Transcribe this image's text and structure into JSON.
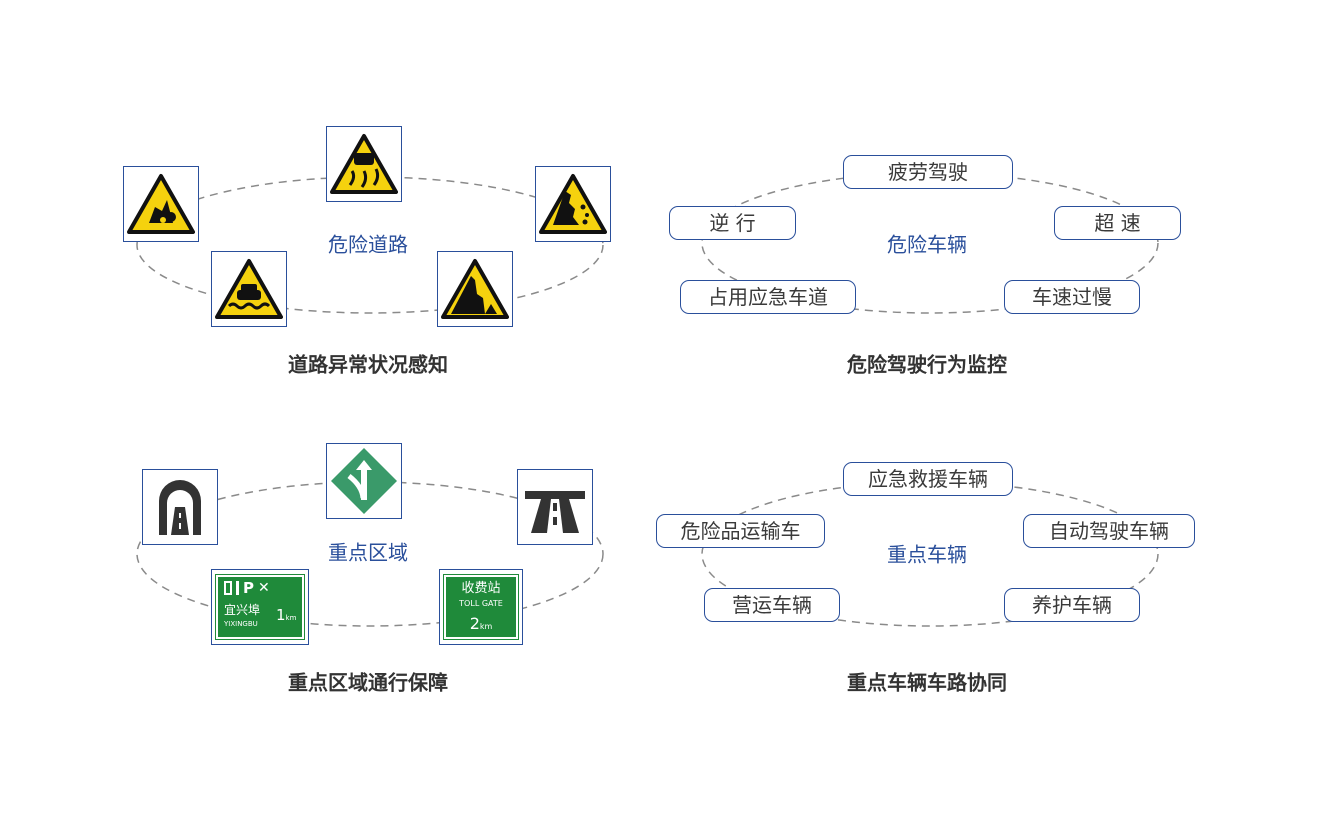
{
  "panels": {
    "road": {
      "center": "危险道路",
      "caption": "道路异常状况感知",
      "signs": [
        "falling-rocks-icon",
        "slippery-road-icon",
        "rockfall-cliff-icon",
        "flooded-road-icon",
        "steep-cliff-icon"
      ]
    },
    "vehicle": {
      "center": "危险车辆",
      "caption": "危险驾驶行为监控",
      "items": [
        "疲劳驾驶",
        "逆 行",
        "超 速",
        "占用应急车道",
        "车速过慢"
      ]
    },
    "area": {
      "center": "重点区域",
      "caption": "重点区域通行保障",
      "signs": [
        "tunnel-icon",
        "lane-merge-icon",
        "overpass-icon"
      ],
      "service_sign": {
        "name": "宜兴埠",
        "roman": "YIXINGBU",
        "dist": "1",
        "unit": "km",
        "icons": "P"
      },
      "toll_sign": {
        "name": "收费站",
        "roman": "TOLL GATE",
        "dist": "2",
        "unit": "km"
      }
    },
    "key": {
      "center": "重点车辆",
      "caption": "重点车辆车路协同",
      "items": [
        "应急救援车辆",
        "危险品运输车",
        "自动驾驶车辆",
        "营运车辆",
        "养护车辆"
      ]
    }
  },
  "colors": {
    "accent": "#2a4f9b",
    "sign_yellow": "#f5d20e",
    "sign_green": "#1f8a3a",
    "diamond_green": "#3a9a6a"
  }
}
